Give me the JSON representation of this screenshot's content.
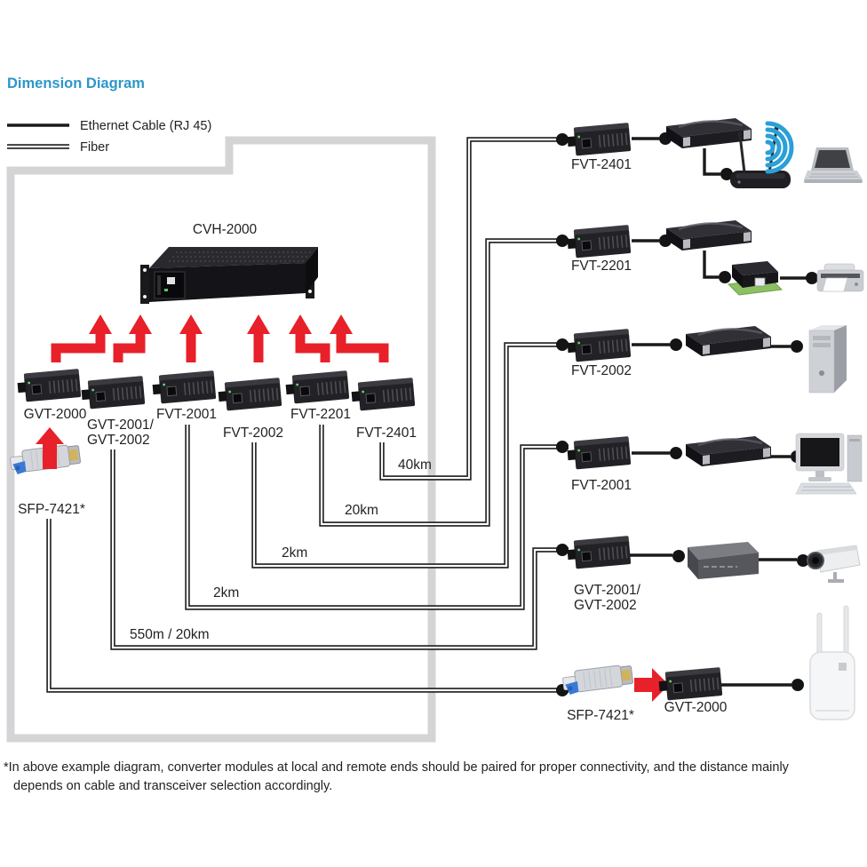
{
  "title": "Dimension Diagram",
  "legend": {
    "ethernet_label": "Ethernet Cable (RJ 45)",
    "fiber_label": "Fiber"
  },
  "chassis": {
    "label": "CVH-2000"
  },
  "local_modules": {
    "gvt2000": "GVT-2000",
    "gvt2001_line1": "GVT-2001/",
    "gvt2001_line2": "GVT-2002",
    "fvt2001": "FVT-2001",
    "fvt2002": "FVT-2002",
    "fvt2201": "FVT-2201",
    "fvt2401": "FVT-2401",
    "sfp": "SFP-7421*"
  },
  "distances": {
    "link40": "40km",
    "link20": "20km",
    "link2a": "2km",
    "link2b": "2km",
    "link550": "550m / 20km"
  },
  "remote": {
    "row1": "FVT-2401",
    "row2": "FVT-2201",
    "row3": "FVT-2002",
    "row4": "FVT-2001",
    "row5_line1": "GVT-2001/",
    "row5_line2": "GVT-2002",
    "row6_sfp": "SFP-7421*",
    "row6_gvt": "GVT-2000"
  },
  "footnote": {
    "line1": "*In above example diagram, converter modules at local and remote ends should be paired for proper connectivity, and the distance mainly",
    "line2": "depends on cable and transceiver selection accordingly."
  },
  "colors": {
    "accent": "#2e96c9",
    "arrow_red": "#e8202a",
    "wifi_blue": "#2b9fd8",
    "line_black": "#1a1a1a",
    "loop_gray": "#d4d4d6"
  }
}
